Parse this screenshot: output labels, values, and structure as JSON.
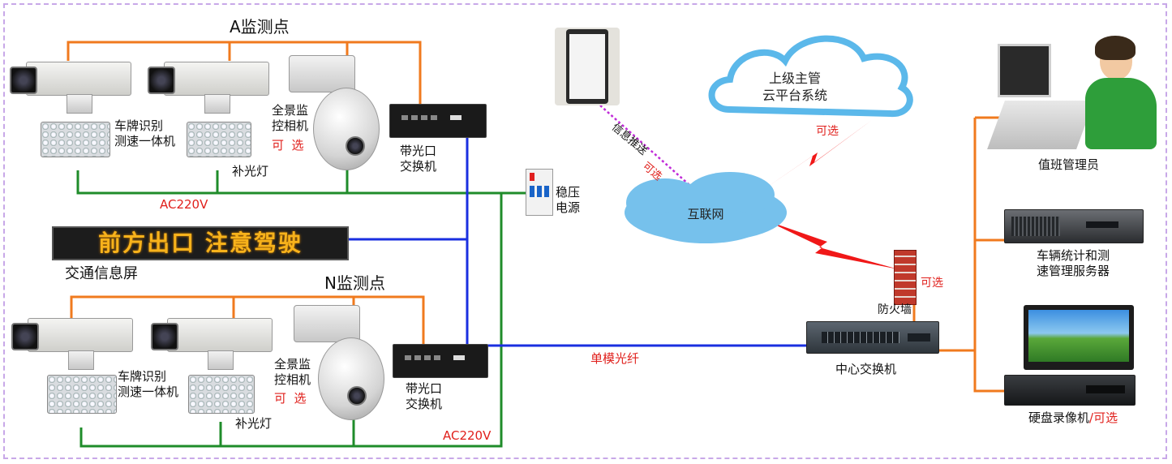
{
  "site_a": {
    "title": "A监测点",
    "plate_camera_label": "车牌识别\n测速一体机",
    "fill_light_label": "补光灯",
    "dome_camera_label": "全景监\n控相机",
    "optional_label": "可  选",
    "switch_label": "带光口\n交换机",
    "power_label": "AC220V"
  },
  "site_n": {
    "title": "N监测点",
    "plate_camera_label": "车牌识别\n测速一体机",
    "fill_light_label": "补光灯",
    "dome_camera_label": "全景监\n控相机",
    "optional_label": "可  选",
    "switch_label": "带光口\n交换机",
    "power_label": "AC220V"
  },
  "regulator_label": "稳压\n电源",
  "traffic_screen": {
    "display_text": "前方出口 注意驾驶",
    "label": "交通信息屏"
  },
  "phone": {
    "push_label": "信息推送",
    "optional_label": "可选"
  },
  "internet_label": "互联网",
  "cloud_platform_label": "上级主管\n云平台系统",
  "cloud_link_optional": "可选",
  "firewall": {
    "label": "防火墙",
    "optional_label": "可选"
  },
  "fiber_label": "单模光纤",
  "core_switch_label": "中心交换机",
  "right_devices": {
    "operator_label": "值班管理员",
    "server_label": "车辆统计和测\n速管理服务器",
    "dvr_label": "硬盘录像机",
    "dvr_optional": "/可选"
  },
  "colors": {
    "orange_wire": "#f07a1e",
    "green_power": "#1f8c2a",
    "blue_data": "#1a2fe0",
    "red_text": "#e0201c",
    "purple_dotted": "#c02ad8",
    "cloud_blue": "#5bb8ea"
  }
}
